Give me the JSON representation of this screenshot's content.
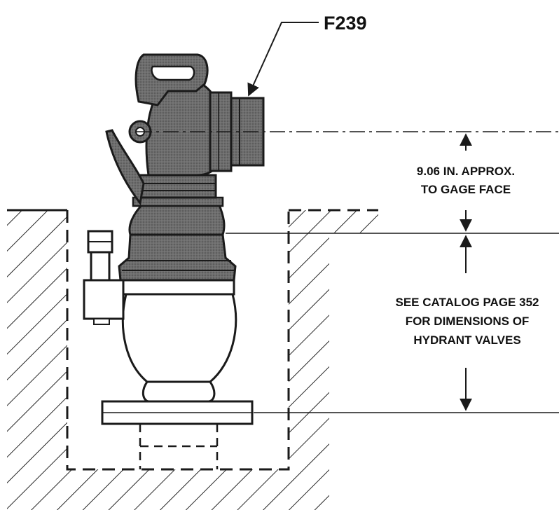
{
  "callout": {
    "part_number": "F239"
  },
  "dimension_upper": {
    "line1": "9.06 IN. APPROX.",
    "line2": "TO GAGE FACE"
  },
  "dimension_lower": {
    "line1": "SEE CATALOG PAGE 352",
    "line2": "FOR DIMENSIONS OF",
    "line3": "HYDRANT VALVES"
  },
  "colors": {
    "ink": "#1a1a1a",
    "body_fill": "#6e6e6e",
    "paper": "#ffffff"
  }
}
